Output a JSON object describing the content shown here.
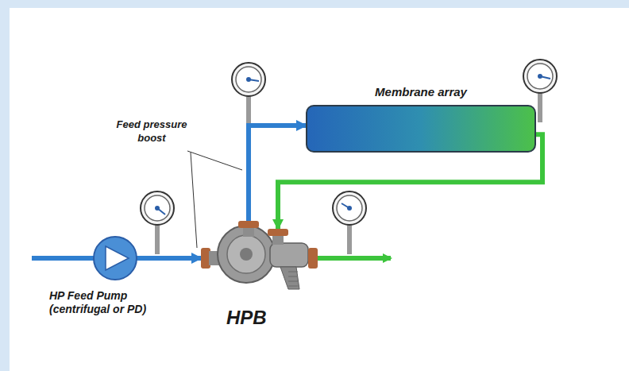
{
  "diagram": {
    "nodes": [
      {
        "text": [
          "HP Feed Pump (centrifugal or PD)"
        ]
      },
      {
        "text": [
          "HPB"
        ]
      },
      {
        "text": [
          "Membrane array"
        ]
      }
    ],
    "edges": [
      {
        "from": 0,
        "to": 1,
        "arrow": "to"
      },
      {
        "from": 1,
        "to": 2,
        "arrow": "to"
      },
      {
        "from": 2,
        "to": 1,
        "arrow": "to"
      }
    ],
    "labels": [
      "Feed pressure boost"
    ]
  }
}
